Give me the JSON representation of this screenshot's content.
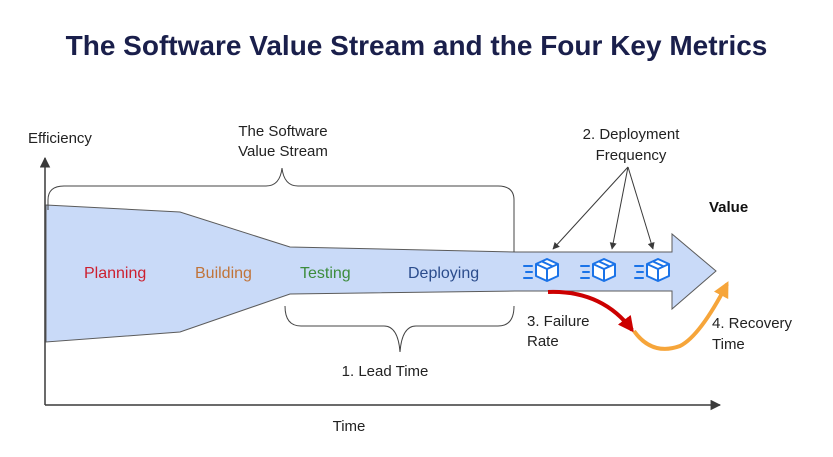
{
  "title": "The Software Value Stream and the Four Key Metrics",
  "axes": {
    "y_label": "Efficiency",
    "x_label": "Time"
  },
  "stream": {
    "label_line1": "The Software",
    "label_line2": "Value Stream",
    "stages": [
      {
        "label": "Planning",
        "color": "#cc1f2f"
      },
      {
        "label": "Building",
        "color": "#c0743a"
      },
      {
        "label": "Testing",
        "color": "#3c8c3c"
      },
      {
        "label": "Deploying",
        "color": "#2b4c8c"
      }
    ],
    "value_label": "Value"
  },
  "metrics": {
    "lead_time": "1. Lead Time",
    "deployment_frequency_line1": "2. Deployment",
    "deployment_frequency_line2": "Frequency",
    "failure_rate_line1": "3. Failure",
    "failure_rate_line2": "Rate",
    "recovery_time_line1": "4. Recovery",
    "recovery_time_line2": "Time"
  },
  "colors": {
    "title": "#1a1f4b",
    "stream_fill": "#c9daf8",
    "stream_stroke": "#5b5b5b",
    "failure_arrow": "#cc0000",
    "recovery_arrow": "#f6a53a",
    "package_icon": "#1a73e8"
  },
  "icons": [
    "package-icon",
    "package-icon",
    "package-icon"
  ]
}
